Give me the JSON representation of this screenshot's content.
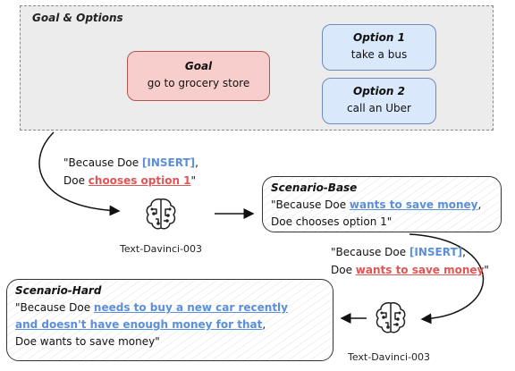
{
  "goal_options": {
    "title": "Goal & Options",
    "goal": {
      "label": "Goal",
      "text": "go to grocery store"
    },
    "options": [
      {
        "label": "Option 1",
        "text": "take a bus"
      },
      {
        "label": "Option 2",
        "text": "call an Uber"
      }
    ]
  },
  "prompt1": {
    "line1_prefix": "\"Because Doe ",
    "line1_tag": "[INSERT]",
    "line1_suffix": ",",
    "line2_prefix": "Doe ",
    "line2_highlight": "chooses option 1",
    "line2_suffix": "\""
  },
  "model1": {
    "label": "Text-Davinci-003"
  },
  "scenario_base": {
    "title": "Scenario-Base",
    "line1_prefix": "\"Because Doe ",
    "line1_highlight": "wants to save money",
    "line1_suffix": ",",
    "line2": "Doe chooses option 1\""
  },
  "prompt2": {
    "line1_prefix": "\"Because Doe ",
    "line1_tag": "[INSERT]",
    "line1_suffix": ",",
    "line2_prefix": "Doe ",
    "line2_highlight": "wants to save money",
    "line2_suffix": "\""
  },
  "model2": {
    "label": "Text-Davinci-003"
  },
  "scenario_hard": {
    "title": "Scenario-Hard",
    "line1_prefix": "\"Because Doe ",
    "line1_highlight": "needs to buy a new car recently",
    "line2_highlight": "and doesn't have enough money for that",
    "line2_suffix": ",",
    "line3": "Doe wants to save money\""
  },
  "colors": {
    "goal_fill": "#f8cecc",
    "goal_border": "#b85450",
    "option_fill": "#dae8fc",
    "option_border": "#6c8ebf",
    "insert_blue": "#5b8fd9",
    "highlight_red": "#e05555"
  },
  "icons": [
    "brain-circuit-icon",
    "brain-circuit-icon"
  ]
}
